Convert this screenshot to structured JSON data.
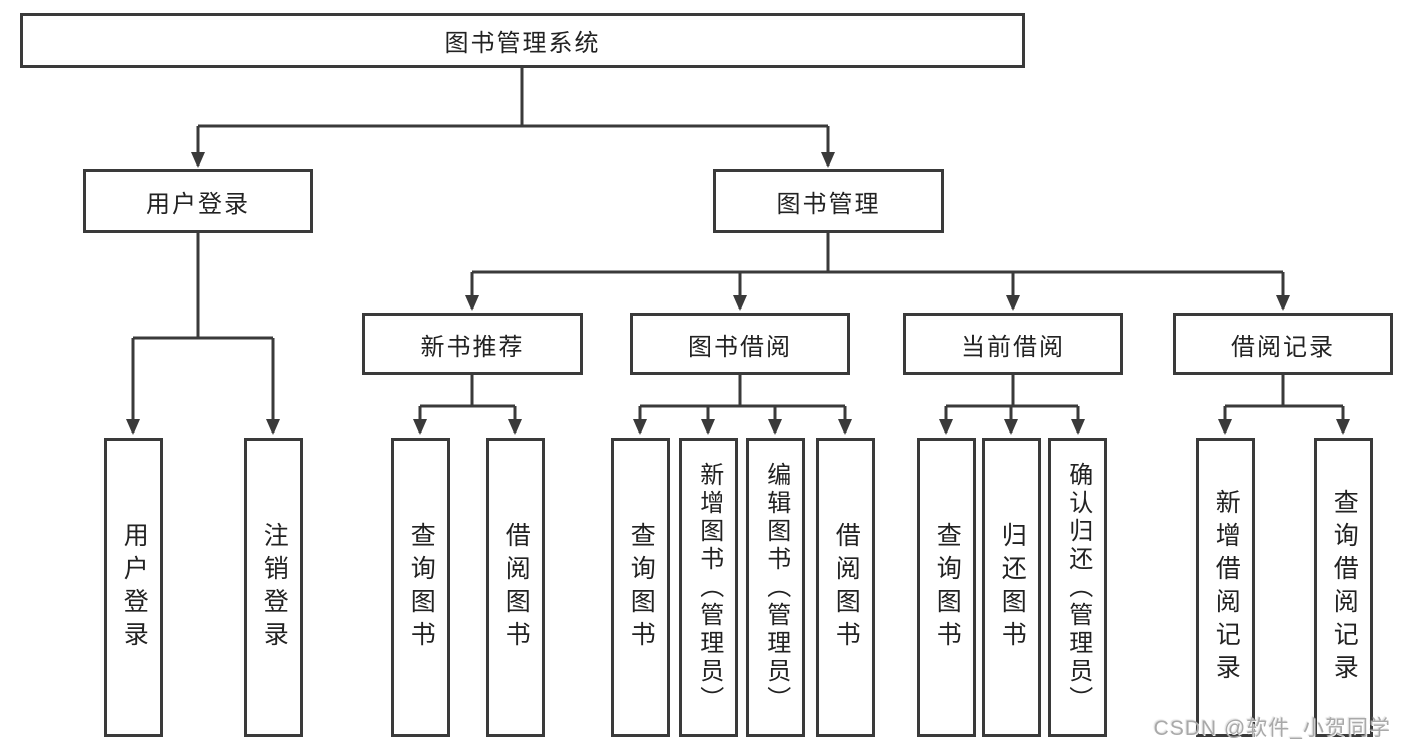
{
  "diagram": {
    "root": "图书管理系统",
    "level2": [
      "用户登录",
      "图书管理"
    ],
    "level3": [
      "新书推荐",
      "图书借阅",
      "当前借阅",
      "借阅记录"
    ],
    "leaves": {
      "user_login": [
        "用户登录",
        "注销登录"
      ],
      "new_book_recommend": [
        "查询图书",
        "借阅图书"
      ],
      "book_borrow": [
        "查询图书",
        "新增图书（管理员）",
        "编辑图书（管理员）",
        "借阅图书"
      ],
      "current_borrow": [
        "查询图书",
        "归还图书",
        "确认归还（管理员）"
      ],
      "borrow_records": [
        "新增借阅记录",
        "查询借阅记录"
      ]
    }
  },
  "watermark": "CSDN @软件_小贺同学",
  "colors": {
    "line": "#3a3a3a",
    "text": "#222222",
    "box_background": "#ffffff",
    "page_background": "#ffffff",
    "watermark": "#a9a9a9"
  }
}
